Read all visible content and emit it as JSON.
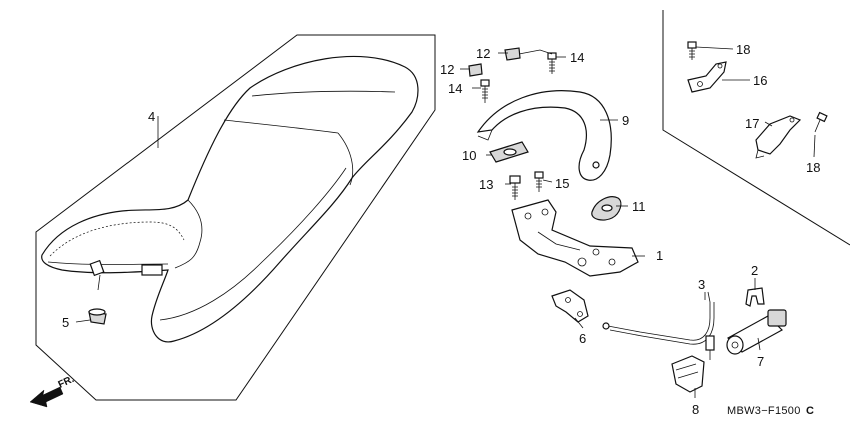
{
  "diagram": {
    "code_label": "MBW3−F1500",
    "code_suffix": "C",
    "direction_label": "FR.",
    "callouts": {
      "c1": "1",
      "c2": "2",
      "c3": "3",
      "c4": "4",
      "c5": "5",
      "c6": "6",
      "c7": "7",
      "c8": "8",
      "c9": "9",
      "c10": "10",
      "c11": "11",
      "c12a": "12",
      "c12b": "12",
      "c13": "13",
      "c14a": "14",
      "c14b": "14",
      "c15": "15",
      "c16": "16",
      "c17": "17",
      "c18a": "18",
      "c18b": "18"
    }
  }
}
